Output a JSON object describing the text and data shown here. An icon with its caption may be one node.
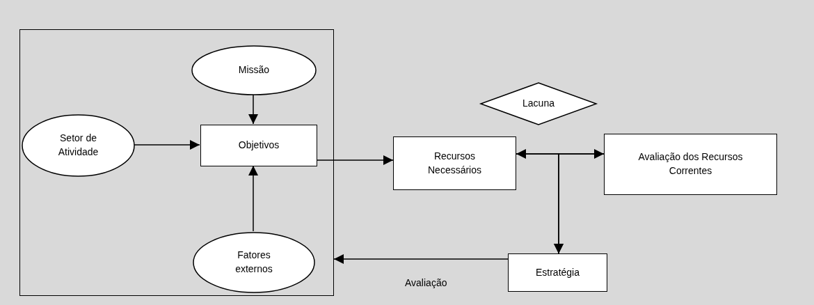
{
  "diagram": {
    "nodes": [
      {
        "text": [],
        "shape": "box"
      },
      {
        "text": [
          "Missão"
        ],
        "in": 0
      },
      {
        "text": [
          "Setor de Atividade"
        ],
        "in": 0
      },
      {
        "text": [
          "Objetivos"
        ],
        "in": 0
      },
      {
        "text": [
          "Fatores externos"
        ],
        "in": 0
      },
      {
        "text": [
          "Lacuna"
        ]
      },
      {
        "text": [
          "Recursos Necessários"
        ]
      },
      {
        "text": [
          "Avaliação dos Recursos Correntes"
        ]
      },
      {
        "text": [
          "Estratégia"
        ]
      }
    ],
    "edges": [
      {
        "from": 1,
        "to": 3,
        "arrow": "to"
      },
      {
        "from": 2,
        "to": 3,
        "arrow": "to"
      },
      {
        "from": 4,
        "to": 3,
        "arrow": "to"
      },
      {
        "from": 3,
        "to": 6,
        "arrow": "to"
      },
      {
        "from": 6,
        "to": 7,
        "arrow": "both"
      },
      {
        "from": 6,
        "to": 8,
        "arrow": "to"
      },
      {
        "from": 7,
        "to": 8,
        "arrow": "to"
      },
      {
        "from": 8,
        "to": 0,
        "arrow": "to",
        "label": "Avaliação"
      }
    ]
  }
}
